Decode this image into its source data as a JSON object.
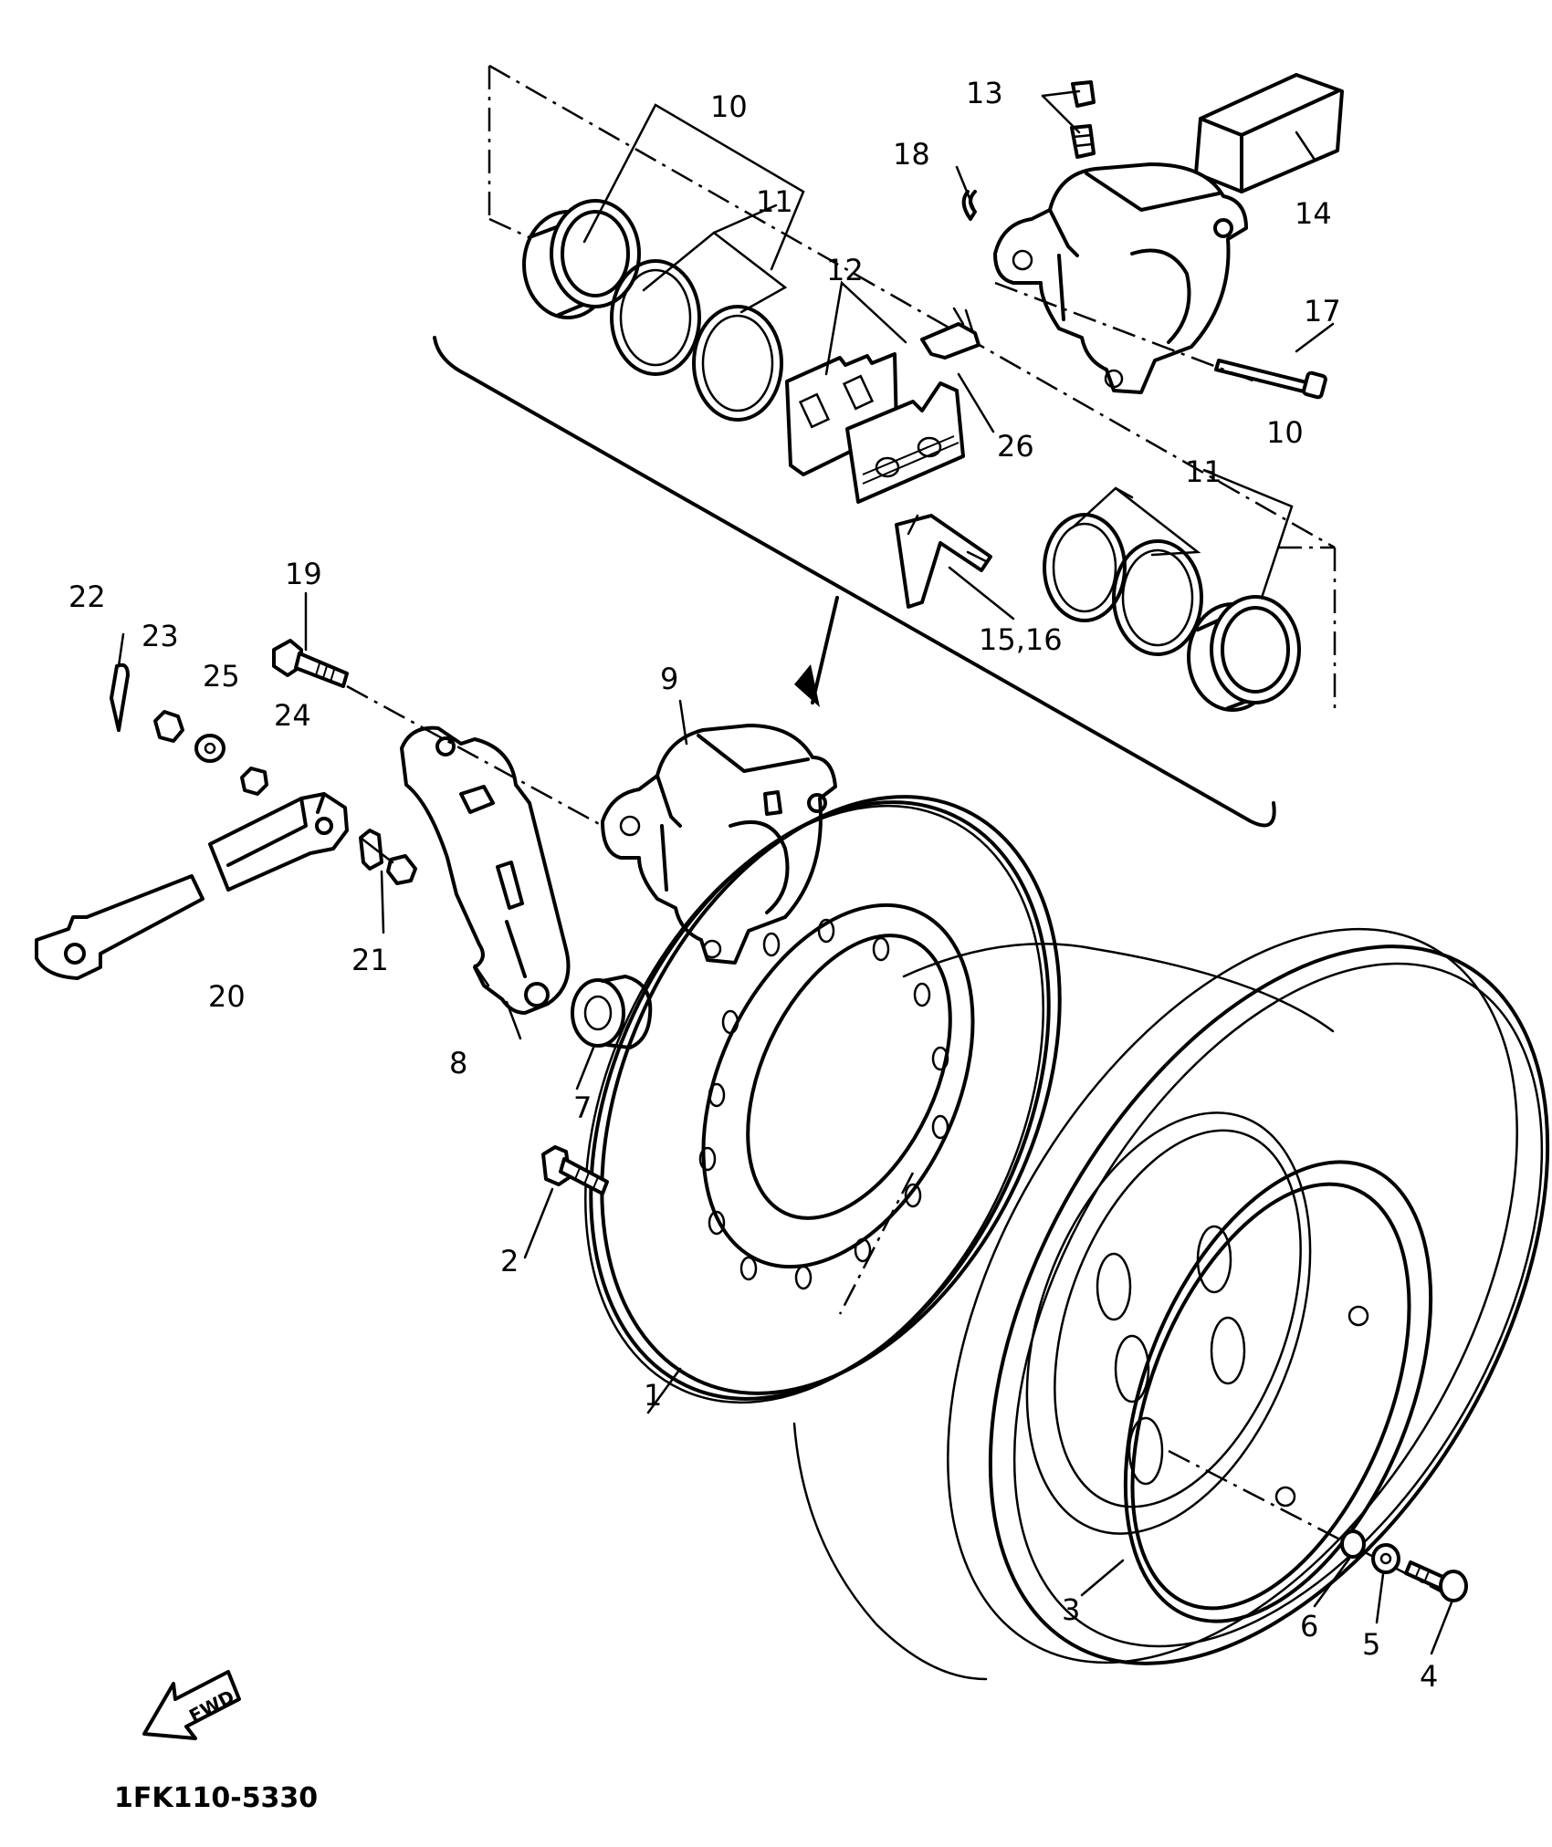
{
  "diagram_code": "1FK110-5330",
  "direction_label": "FWD",
  "callouts": {
    "c1": "1",
    "c2": "2",
    "c3": "3",
    "c4": "4",
    "c5": "5",
    "c6": "6",
    "c7": "7",
    "c8": "8",
    "c9": "9",
    "c10a": "10",
    "c10b": "10",
    "c11a": "11",
    "c11b": "11",
    "c12": "12",
    "c13": "13",
    "c14": "14",
    "c15_16": "15,16",
    "c17": "17",
    "c18": "18",
    "c19": "19",
    "c20": "20",
    "c21": "21",
    "c22": "22",
    "c23": "23",
    "c24": "24",
    "c25": "25",
    "c26": "26"
  }
}
